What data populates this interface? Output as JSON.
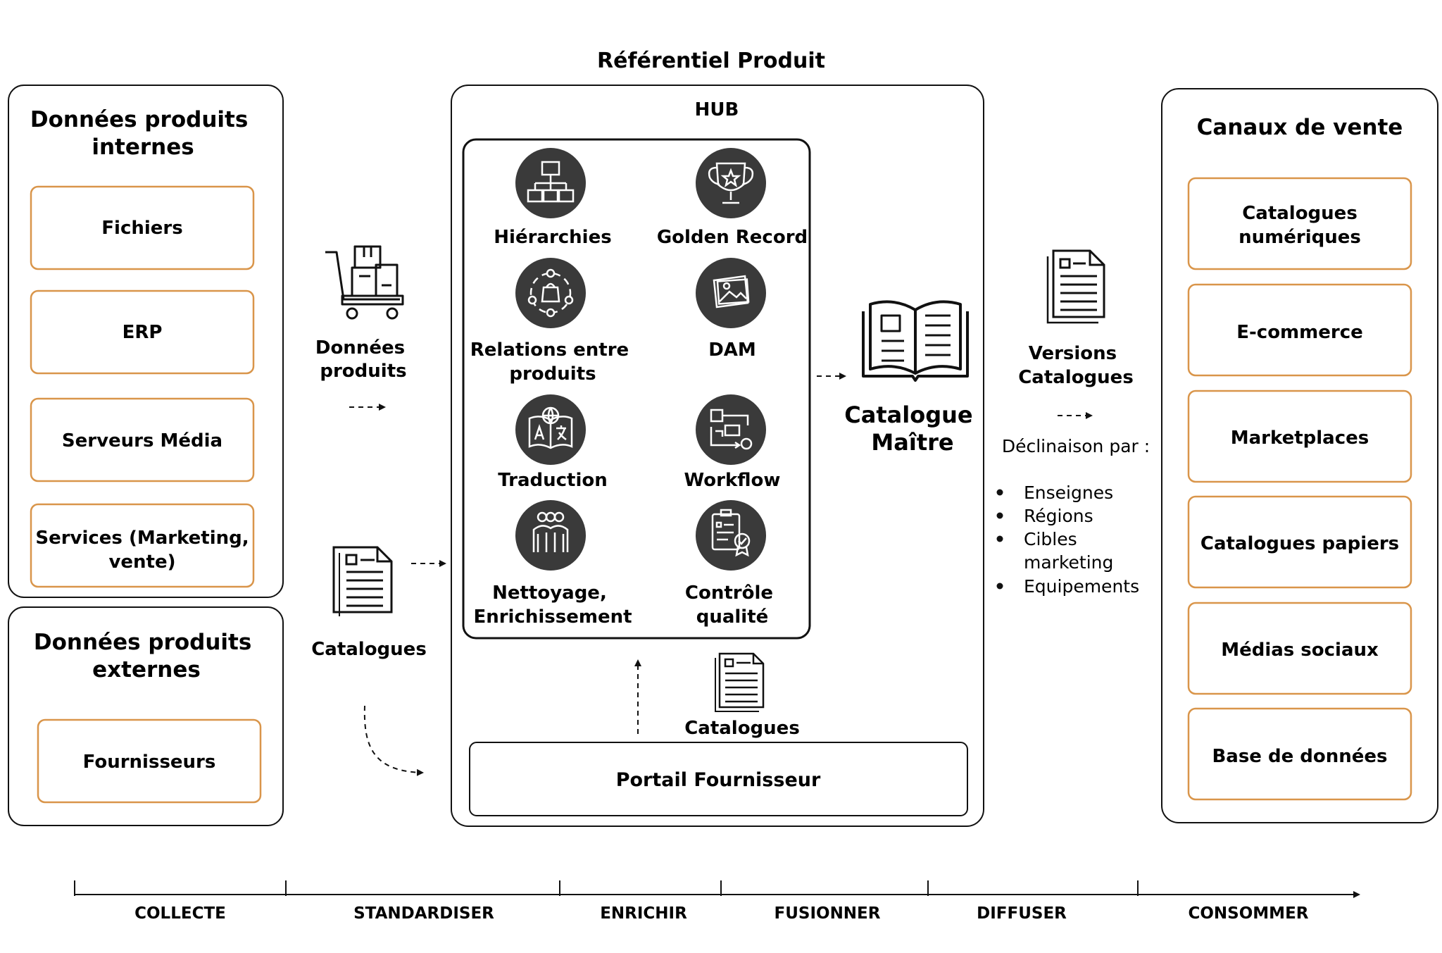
{
  "title": "Référentiel Produit",
  "internal": {
    "title_line1": "Données produits",
    "title_line2": "internes",
    "items": [
      {
        "lines": [
          "Fichiers"
        ]
      },
      {
        "lines": [
          "ERP"
        ]
      },
      {
        "lines": [
          "Serveurs Média"
        ]
      },
      {
        "lines": [
          "Services (Marketing,",
          "vente)"
        ]
      }
    ]
  },
  "external": {
    "title_line1": "Données produits",
    "title_line2": "externes",
    "item": "Fournisseurs"
  },
  "standardize": {
    "donnees_line1": "Données",
    "donnees_line2": "produits",
    "catalogues": "Catalogues"
  },
  "hub": {
    "label": "HUB",
    "tiles": [
      {
        "icon": "hierarchy-icon",
        "lines": [
          "Hiérarchies"
        ]
      },
      {
        "icon": "trophy-icon",
        "lines": [
          "Golden Record"
        ]
      },
      {
        "icon": "relations-icon",
        "lines": [
          "Relations entre",
          "produits"
        ]
      },
      {
        "icon": "image-icon",
        "lines": [
          "DAM"
        ]
      },
      {
        "icon": "translate-icon",
        "lines": [
          "Traduction"
        ]
      },
      {
        "icon": "workflow-icon",
        "lines": [
          "Workflow"
        ]
      },
      {
        "icon": "team-icon",
        "lines": [
          "Nettoyage,",
          "Enrichissement"
        ]
      },
      {
        "icon": "quality-icon",
        "lines": [
          "Contrôle",
          "qualité"
        ]
      }
    ],
    "catalogues": "Catalogues",
    "portal": "Portail Fournisseur"
  },
  "master": {
    "line1": "Catalogue",
    "line2": "Maître"
  },
  "versions": {
    "line1": "Versions",
    "line2": "Catalogues",
    "declinaison": "Déclinaison par :",
    "bullets": [
      "Enseignes",
      "Régions",
      "Cibles",
      "marketing",
      "Equipements"
    ]
  },
  "channels": {
    "title": "Canaux de vente",
    "items": [
      {
        "lines": [
          "Catalogues",
          "numériques"
        ]
      },
      {
        "lines": [
          "E-commerce"
        ]
      },
      {
        "lines": [
          "Marketplaces"
        ]
      },
      {
        "lines": [
          "Catalogues papiers"
        ]
      },
      {
        "lines": [
          "Médias sociaux"
        ]
      },
      {
        "lines": [
          "Base de données"
        ]
      }
    ]
  },
  "stages": [
    "COLLECTE",
    "STANDARDISER",
    "ENRICHIR",
    "FUSIONNER",
    "DIFFUSER",
    "CONSOMMER"
  ],
  "colors": {
    "accent_border": "#d9954a",
    "icon_circle": "#3a3a3a",
    "line": "#111111"
  }
}
